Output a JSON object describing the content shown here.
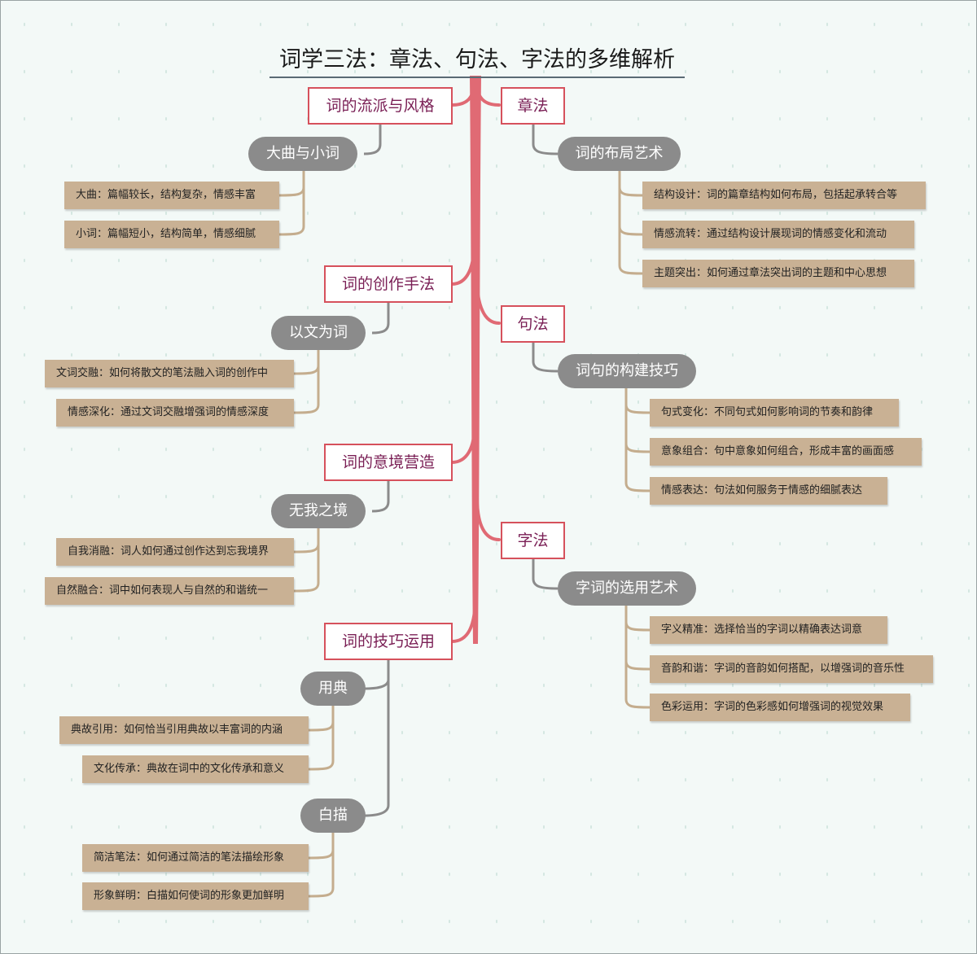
{
  "title": "词学三法：章法、句法、字法的多维解析",
  "colors": {
    "trunk": "#e06a74",
    "main_border": "#d6515c",
    "sub_fill": "#8b8b8b",
    "leaf_fill": "#c9b194",
    "connector": "#c4ad8e"
  },
  "branches": [
    {
      "label": "词的流派与风格",
      "sub": "大曲与小词",
      "leaves": [
        "大曲：篇幅较长，结构复杂，情感丰富",
        "小词：篇幅短小，结构简单，情感细腻"
      ]
    },
    {
      "label": "词的创作手法",
      "sub": "以文为词",
      "leaves": [
        "文词交融：如何将散文的笔法融入词的创作中",
        "情感深化：通过文词交融增强词的情感深度"
      ]
    },
    {
      "label": "词的意境营造",
      "sub": "无我之境",
      "leaves": [
        "自我消融：词人如何通过创作达到忘我境界",
        "自然融合：词中如何表现人与自然的和谐统一"
      ]
    },
    {
      "label": "词的技巧运用",
      "subs": [
        {
          "label": "用典",
          "leaves": [
            "典故引用：如何恰当引用典故以丰富词的内涵",
            "文化传承：典故在词中的文化传承和意义"
          ]
        },
        {
          "label": "白描",
          "leaves": [
            "简洁笔法：如何通过简洁的笔法描绘形象",
            "形象鲜明：白描如何使词的形象更加鲜明"
          ]
        }
      ]
    },
    {
      "label": "章法",
      "sub": "词的布局艺术",
      "leaves": [
        "结构设计：词的篇章结构如何布局，包括起承转合等",
        "情感流转：通过结构设计展现词的情感变化和流动",
        "主题突出：如何通过章法突出词的主题和中心思想"
      ]
    },
    {
      "label": "句法",
      "sub": "词句的构建技巧",
      "leaves": [
        "句式变化：不同句式如何影响词的节奏和韵律",
        "意象组合：句中意象如何组合，形成丰富的画面感",
        "情感表达：句法如何服务于情感的细腻表达"
      ]
    },
    {
      "label": "字法",
      "sub": "字词的选用艺术",
      "leaves": [
        "字义精准：选择恰当的字词以精确表达词意",
        "音韵和谐：字词的音韵如何搭配，以增强词的音乐性",
        "色彩运用：字词的色彩感如何增强词的视觉效果"
      ]
    }
  ]
}
